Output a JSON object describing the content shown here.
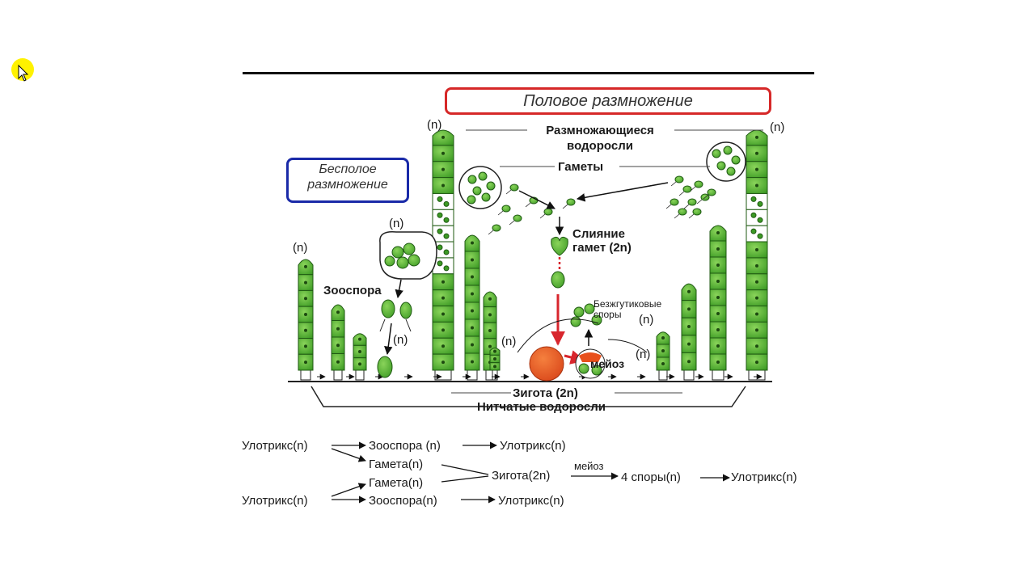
{
  "diagram": {
    "sexual_title": "Половое размножение",
    "asexual_title": "Бесполое размножение",
    "reproducing_algae": "Размножающиеся водоросли",
    "gametes": "Гаметы",
    "fusion": "Слияние гамет (2n)",
    "zoospore": "Зооспора",
    "flagellaless_spores": "Безжгутиковые споры",
    "meiosis": "мейоз",
    "zygote": "Зигота (2n)",
    "filamentous_algae": "Нитчатые водоросли",
    "haploid_marks": [
      "(n)",
      "(n)",
      "(n)",
      "(n)",
      "(n)",
      "(n)",
      "(n)",
      "(n)"
    ]
  },
  "scheme": {
    "row1": {
      "a": "Улотрикс(n)",
      "b": "Зооспора (n)",
      "c": "Улотрикс(n)"
    },
    "gamete1": "Гамета(n)",
    "gamete2": "Гамета(n)",
    "zygote": "Зигота(2n)",
    "meiosis": "мейоз",
    "spores": "4 споры(n)",
    "result": "Улотрикс(n)",
    "row4": {
      "a": "Улотрикс(n)",
      "b": "Зооспора(n)",
      "c": "Улотрикс(n)"
    }
  },
  "colors": {
    "sexual_border": "#d62828",
    "asexual_border": "#1a2aa8",
    "cell_green": "#4caf2e",
    "cell_dark": "#2f6e1c",
    "zygote_orange": "#e8501c",
    "arrow_red": "#d8262d"
  }
}
